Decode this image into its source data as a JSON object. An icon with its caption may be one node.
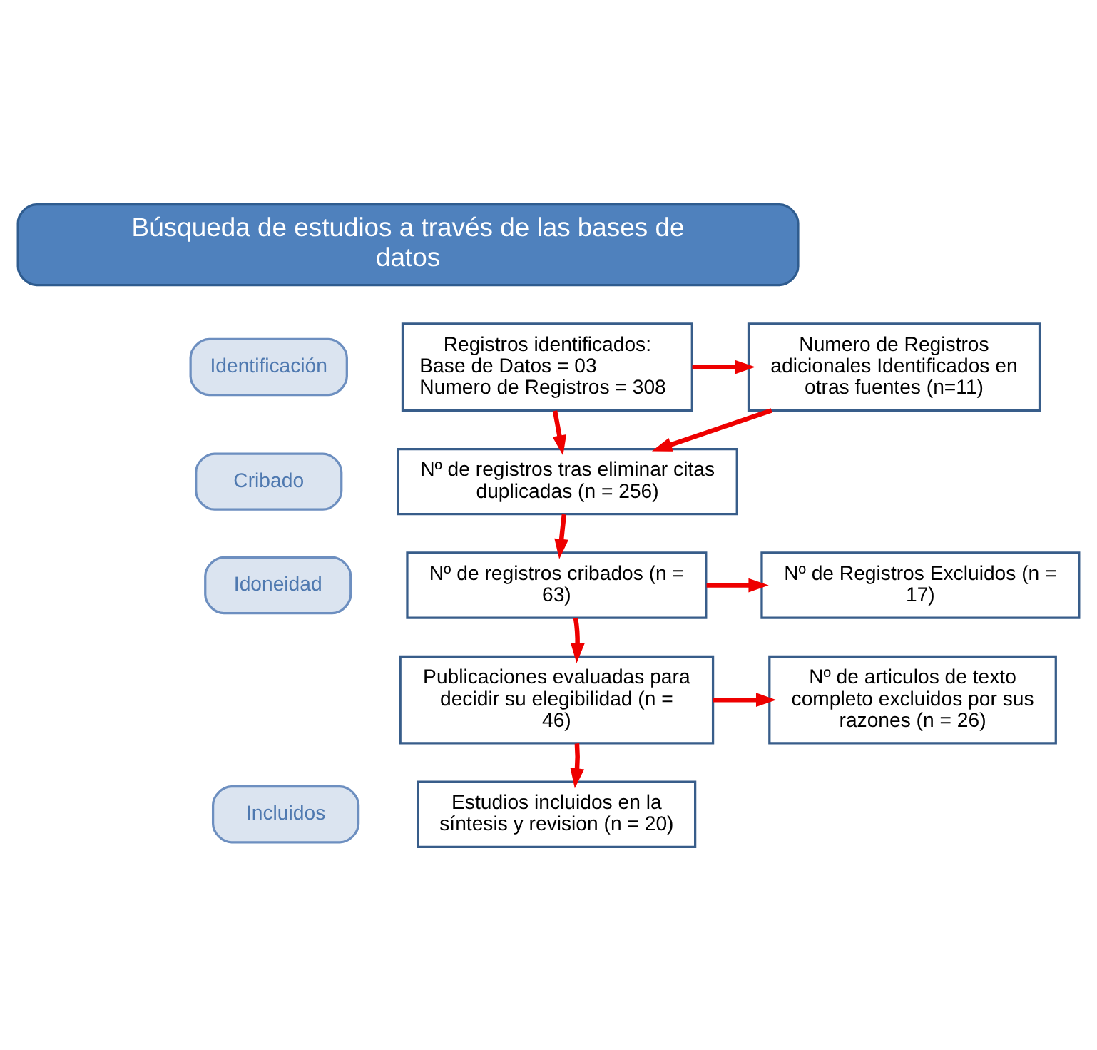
{
  "diagram": {
    "nodes": [
      {
        "text": [
          "Búsqueda de estudios a través de las bases de datos"
        ]
      },
      {
        "text": [
          "Identificación"
        ]
      },
      {
        "text": [
          "Cribado"
        ]
      },
      {
        "text": [
          "Idoneidad"
        ]
      },
      {
        "text": [
          "Incluidos"
        ]
      },
      {
        "text": [
          "Registros identificados:",
          "Base de Datos = 03",
          "Numero de Registros = 308"
        ]
      },
      {
        "text": [
          "Numero de Registros adicionales Identificados en otras fuentes (n=11)"
        ]
      },
      {
        "text": [
          "Nº de registros tras eliminar citas duplicadas (n = 256)"
        ]
      },
      {
        "text": [
          "Nº de registros cribados (n = 63)"
        ]
      },
      {
        "text": [
          "Nº de Registros Excluidos (n = 17)"
        ]
      },
      {
        "text": [
          "Publicaciones evaluadas para decidir su elegibilidad (n = 46)"
        ]
      },
      {
        "text": [
          "Nº de articulos de texto completo excluidos por sus razones (n = 26)"
        ]
      },
      {
        "text": [
          "Estudios incluidos en la síntesis y revision (n = 20)"
        ]
      }
    ],
    "edges": [
      {
        "from": 5,
        "to": 6,
        "arrow": "to"
      },
      {
        "from": 5,
        "to": 7,
        "arrow": "to"
      },
      {
        "from": 6,
        "to": 7,
        "arrow": "to"
      },
      {
        "from": 7,
        "to": 8,
        "arrow": "to"
      },
      {
        "from": 8,
        "to": 9,
        "arrow": "to"
      },
      {
        "from": 8,
        "to": 10,
        "arrow": "to"
      },
      {
        "from": 10,
        "to": 11,
        "arrow": "to"
      },
      {
        "from": 10,
        "to": 12,
        "arrow": "to"
      }
    ]
  }
}
